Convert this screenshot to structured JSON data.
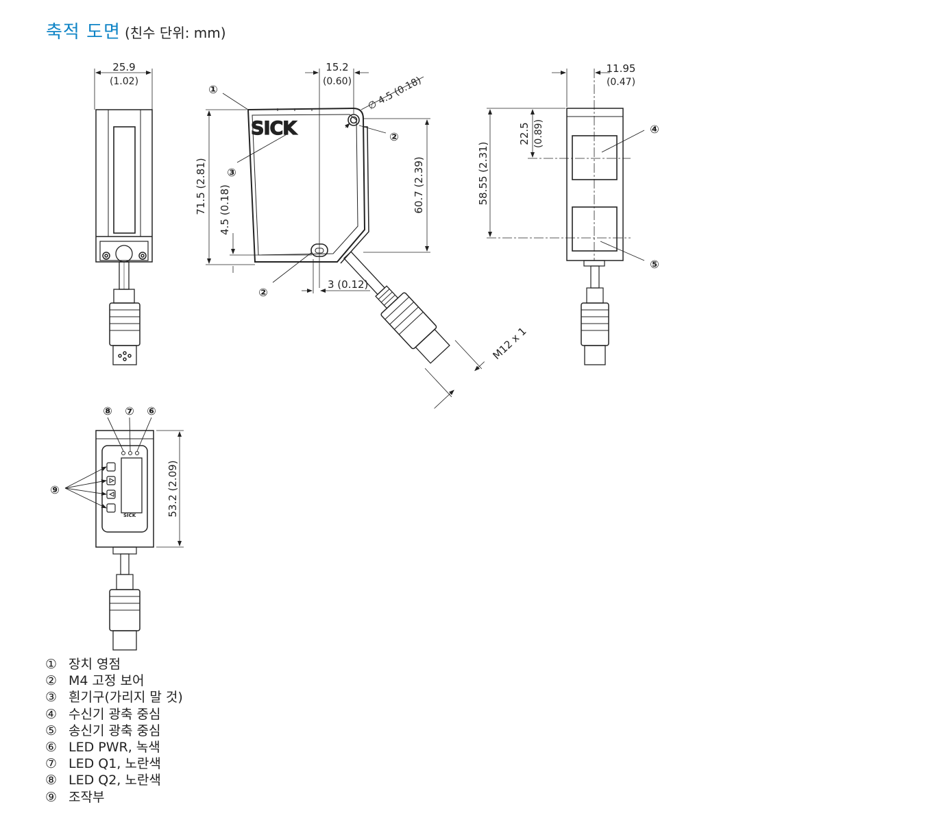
{
  "title": {
    "main": "축적 도면",
    "sub": "(친수 단위: mm)"
  },
  "dimensions": {
    "side_width": "25.9",
    "side_width_in": "(1.02)",
    "hole_offset": "15.2",
    "hole_offset_in": "(0.60)",
    "hole_diameter": "∅ 4.5 (0.18)",
    "height_total": "71.5 (2.81)",
    "bottom_offset": "4.5 (0.18)",
    "body_height": "60.7 (2.39)",
    "slot_offset": "3 (0.12)",
    "connector": "M12 x 1",
    "front_width": "11.95",
    "front_width_in": "(0.47)",
    "optic_top": "22.5",
    "optic_top_in": "(0.89)",
    "optic_spacing": "58.55 (2.31)",
    "panel_height": "53.2 (2.09)"
  },
  "callouts": [
    "①",
    "②",
    "③",
    "④",
    "⑤",
    "⑥",
    "⑦",
    "⑧",
    "⑨"
  ],
  "brand": "SICK",
  "legend": [
    {
      "num": "①",
      "text": "장치 영점"
    },
    {
      "num": "②",
      "text": "M4 고정 보어"
    },
    {
      "num": "③",
      "text": "흰기구(가리지 말 것)"
    },
    {
      "num": "④",
      "text": "수신기 광축 중심"
    },
    {
      "num": "⑤",
      "text": "송신기 광축 중심"
    },
    {
      "num": "⑥",
      "text": "LED PWR, 녹색"
    },
    {
      "num": "⑦",
      "text": "LED Q1, 노란색"
    },
    {
      "num": "⑧",
      "text": "LED Q2, 노란색"
    },
    {
      "num": "⑨",
      "text": "조작부"
    }
  ],
  "colors": {
    "title": "#0f84c6",
    "line": "#222222"
  }
}
